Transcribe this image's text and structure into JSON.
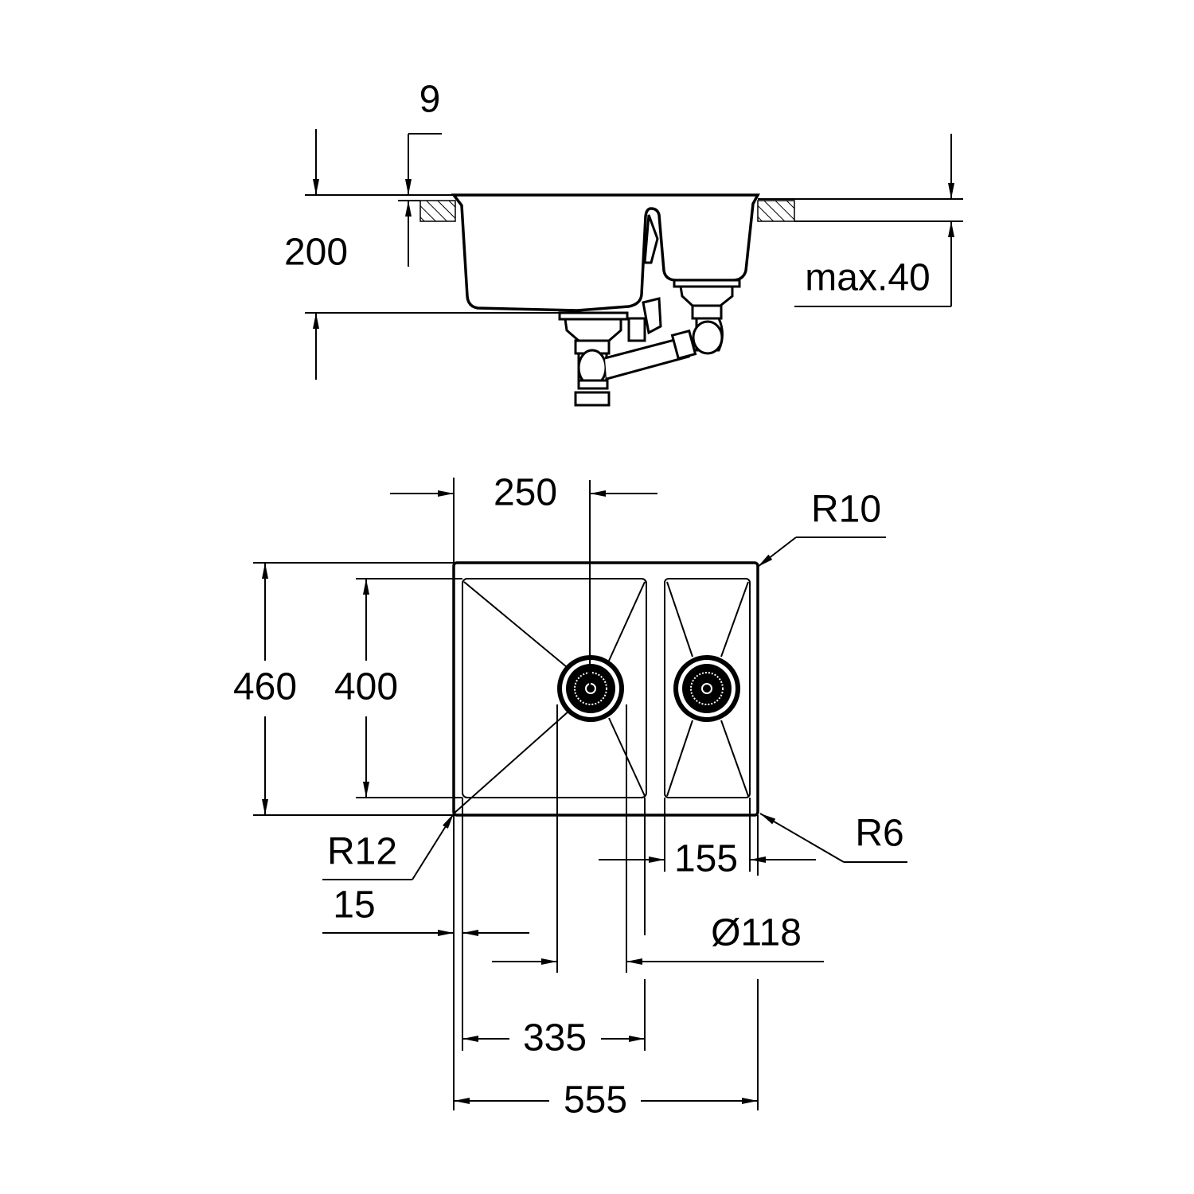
{
  "side_view": {
    "dim_rim_thickness": "9",
    "dim_depth": "200",
    "dim_countertop": "max.40"
  },
  "plan_view": {
    "dim_drain_offset": "250",
    "dim_radius_outer_top": "R10",
    "dim_outer_depth": "460",
    "dim_inner_depth": "400",
    "dim_radius_inner": "R12",
    "dim_radius_outer_bottom": "R6",
    "dim_small_bowl_width": "155",
    "dim_wall": "15",
    "dim_drain_diameter": "Ø118",
    "dim_large_bowl_width": "335",
    "dim_total_width": "555"
  },
  "colors": {
    "line": "#000000",
    "background": "#ffffff"
  }
}
